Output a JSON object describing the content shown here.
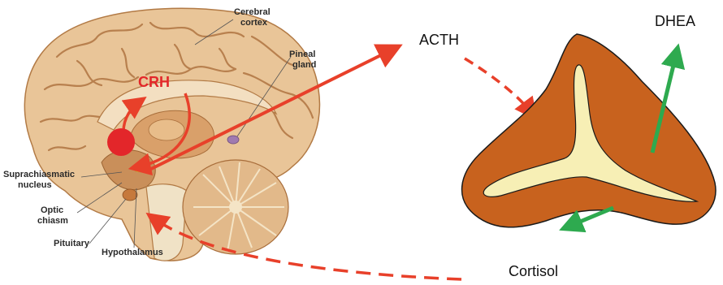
{
  "brain_labels": {
    "cerebral_cortex_line1": "Cerebral",
    "cerebral_cortex_line2": "cortex",
    "pineal_line1": "Pineal",
    "pineal_line2": "gland",
    "scn_line1": "Suprachiasmatic",
    "scn_line2": "nucleus",
    "optic_line1": "Optic",
    "optic_line2": "chiasm",
    "pituitary": "Pituitary",
    "hypothalamus": "Hypothalamus"
  },
  "hormones": {
    "crh": "CRH",
    "acth": "ACTH",
    "dhea": "DHEA",
    "cortisol": "Cortisol"
  },
  "colors": {
    "red_arrow": "#e8402a",
    "green_arrow": "#2eaa4f",
    "adrenal_cortex": "#c8621e",
    "adrenal_medulla": "#f7efb5",
    "brain_tan": "#e9c598",
    "brain_shade": "#c98f5a",
    "red_dot": "#e3262a"
  }
}
